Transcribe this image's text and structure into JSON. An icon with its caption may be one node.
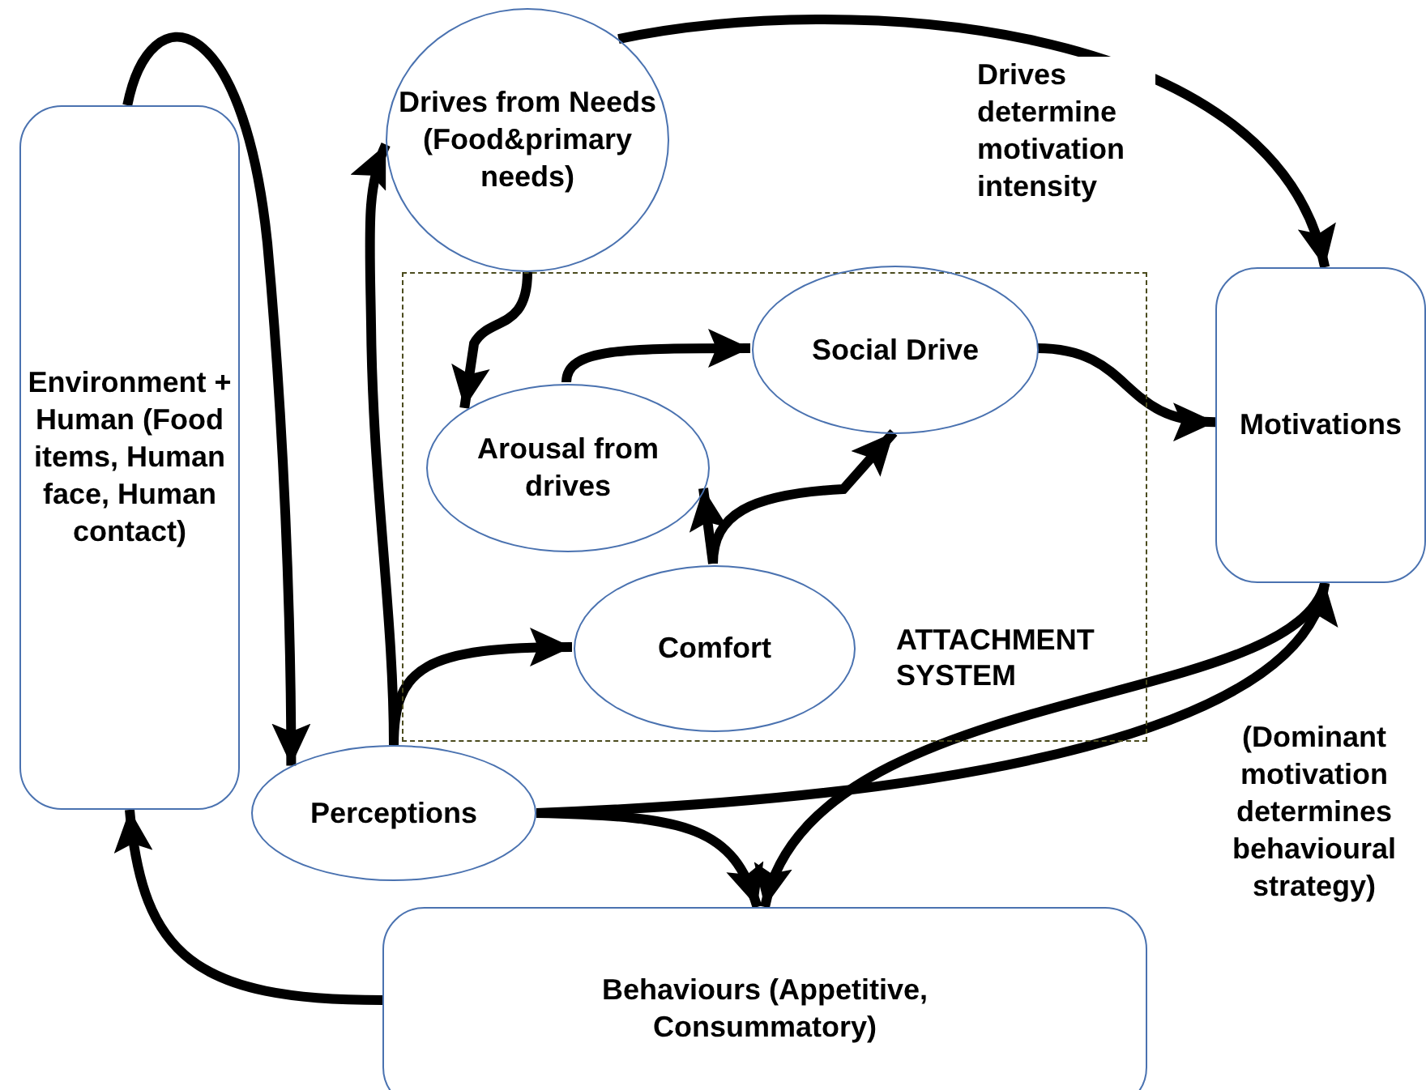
{
  "diagram": {
    "nodes": [
      {
        "text": [
          "Environment + Human (Food items, Human face, Human contact)"
        ]
      },
      {
        "text": [
          "Drives from Needs (Food&primary needs)"
        ]
      },
      {
        "text": [
          "ATTACHMENT SYSTEM"
        ]
      },
      {
        "text": [
          "Arousal from drives"
        ],
        "in": 2
      },
      {
        "text": [
          "Social Drive"
        ],
        "in": 2
      },
      {
        "text": [
          "Comfort"
        ],
        "in": 2
      },
      {
        "text": [
          "Motivations"
        ]
      },
      {
        "text": [
          "Perceptions"
        ]
      },
      {
        "text": [
          "Behaviours (Appetitive, Consummatory)"
        ]
      }
    ],
    "edges": [
      {
        "from": 0,
        "to": 7,
        "arrow": "to"
      },
      {
        "from": 7,
        "to": 1,
        "arrow": "to"
      },
      {
        "from": 7,
        "to": 5,
        "arrow": "to"
      },
      {
        "from": 1,
        "to": 3,
        "arrow": "to"
      },
      {
        "from": 3,
        "to": 4,
        "arrow": "to"
      },
      {
        "from": 5,
        "to": 3,
        "arrow": "to"
      },
      {
        "from": 5,
        "to": 4,
        "arrow": "to"
      },
      {
        "from": 4,
        "to": 6,
        "arrow": "to"
      },
      {
        "from": 1,
        "to": 6,
        "arrow": "to",
        "label": "Drives determine motivation intensity"
      },
      {
        "from": 7,
        "to": 6,
        "arrow": "to"
      },
      {
        "from": 7,
        "to": 8,
        "arrow": "to"
      },
      {
        "from": 6,
        "to": 8,
        "arrow": "to",
        "label": "(Dominant motivation determines behavioural strategy)"
      },
      {
        "from": 8,
        "to": 0,
        "arrow": "to"
      }
    ]
  }
}
